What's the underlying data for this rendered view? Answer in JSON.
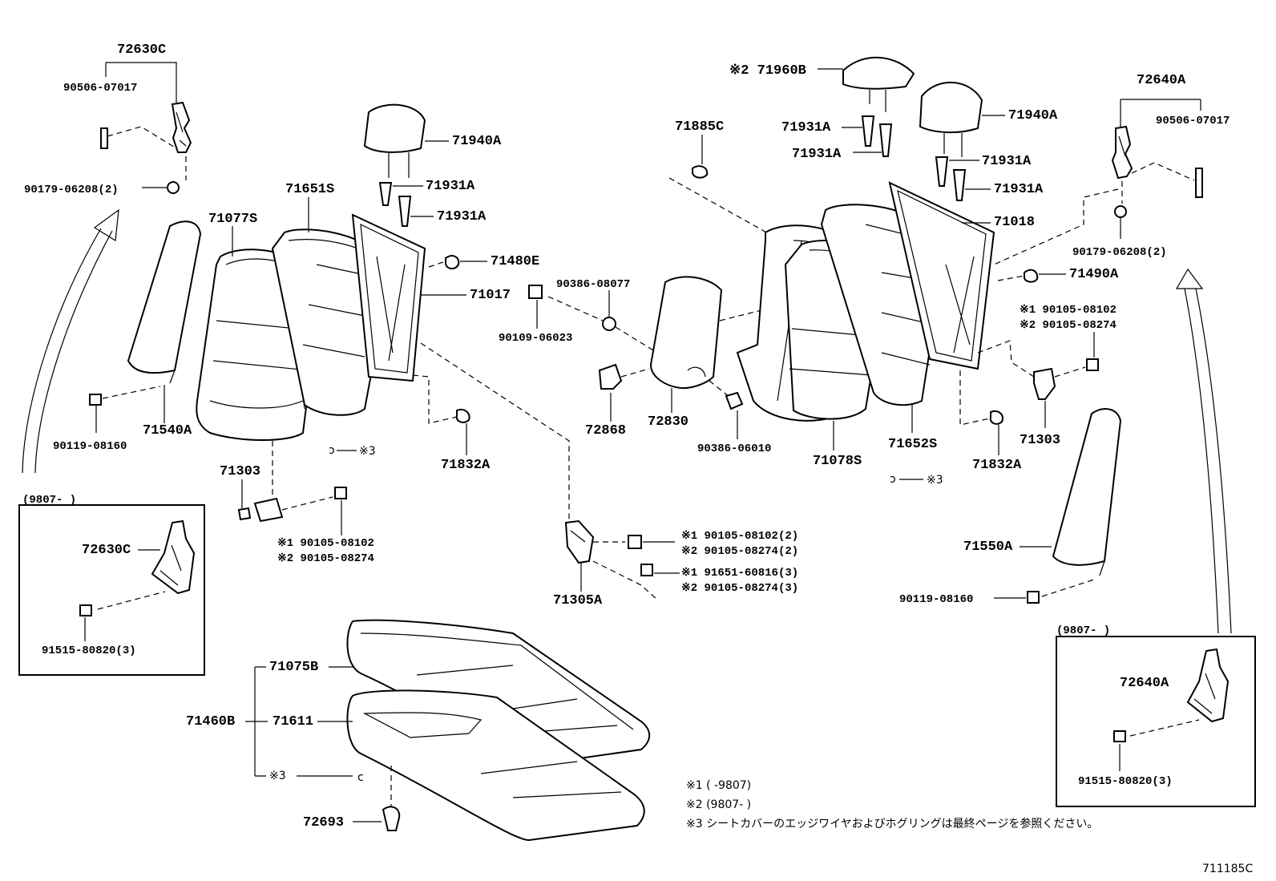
{
  "labels": {
    "p72630C": "72630C",
    "p90506_l": "90506-07017",
    "p90179_l": "90179-06208(2)",
    "p71077S": "71077S",
    "p71651S": "71651S",
    "p71940A_l": "71940A",
    "p71931A_l1": "71931A",
    "p71931A_l2": "71931A",
    "p71480E": "71480E",
    "p71017": "71017",
    "p90119_l": "90119-08160",
    "p71540A": "71540A",
    "p71832A_l": "71832A",
    "p71303_l": "71303",
    "p9010508102_l": "※1 90105-08102",
    "p9010508274_l": "※2 90105-08274",
    "p3_l": "※3",
    "box_l_date": "(9807-     )",
    "box_l_part": "72630C",
    "box_l_bolt": "91515-80820(3)",
    "p71960B": "※2 71960B",
    "p71885C": "71885C",
    "p71931A_m1": "71931A",
    "p71931A_m2": "71931A",
    "p71940A_r": "71940A",
    "p71931A_r1": "71931A",
    "p71931A_r2": "71931A",
    "p71018": "71018",
    "p72640A": "72640A",
    "p90506_r": "90506-07017",
    "p90179_r": "90179-06208(2)",
    "p71490A": "71490A",
    "p90386_08077": "90386-08077",
    "p90109": "90109-06023",
    "p72868": "72868",
    "p72830": "72830",
    "p90386_06010": "90386-06010",
    "p71078S": "71078S",
    "p71652S": "71652S",
    "p71303_r": "71303",
    "p71832A_r": "71832A",
    "p3_r": "※3",
    "p9010508102_r": "※1 90105-08102",
    "p9010508274_r": "※2 90105-08274",
    "p71305_b1": "※1 90105-08102(2)",
    "p71305_b2": "※2 90105-08274(2)",
    "p71305_b3": "※1 91651-60816(3)",
    "p71305_b4": "※2 90105-08274(3)",
    "p71305A": "71305A",
    "p71550A": "71550A",
    "p90119_r": "90119-08160",
    "box_r_date": "(9807-     )",
    "box_r_part": "72640A",
    "box_r_bolt": "91515-80820(3)",
    "p71075B": "71075B",
    "p71460B": "71460B",
    "p71611": "71611",
    "p3_b": "※3",
    "p72693": "72693",
    "note1": "※1 (      -9807)",
    "note2": "※2 (9807-      )",
    "note3": "※3 シートカバーのエッジワイヤおよびホグリングは最終ページを参照ください。",
    "figure_id": "711185C"
  }
}
